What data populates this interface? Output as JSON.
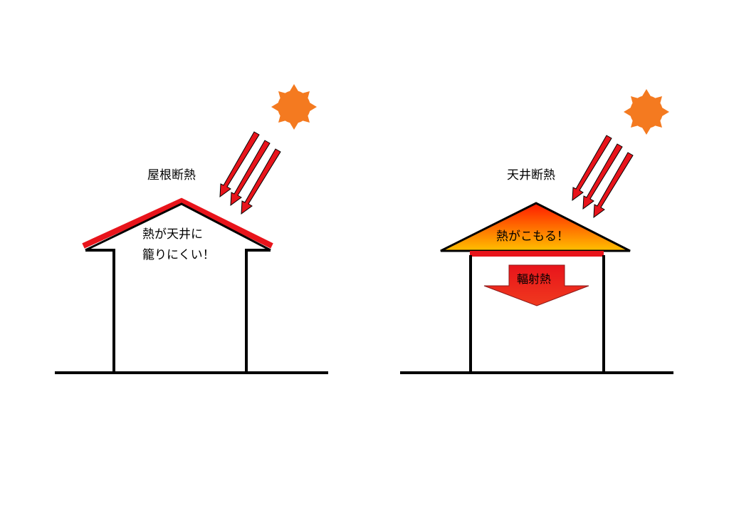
{
  "left_panel": {
    "title": "屋根断熱",
    "note_line1": "熱が天井に",
    "note_line2": "籠りにくい！"
  },
  "right_panel": {
    "title": "天井断熱",
    "roof_note": "熱がこもる！",
    "arrow_label": "輻射熱"
  },
  "colors": {
    "sun": "#F47A20",
    "sun_ray": "#F47A20",
    "heat_arrow": "#E8141B",
    "insulation": "#E8141B",
    "attic_gradient_top": "#FF1A00",
    "attic_gradient_bottom": "#FFC000",
    "outline": "#000000"
  }
}
